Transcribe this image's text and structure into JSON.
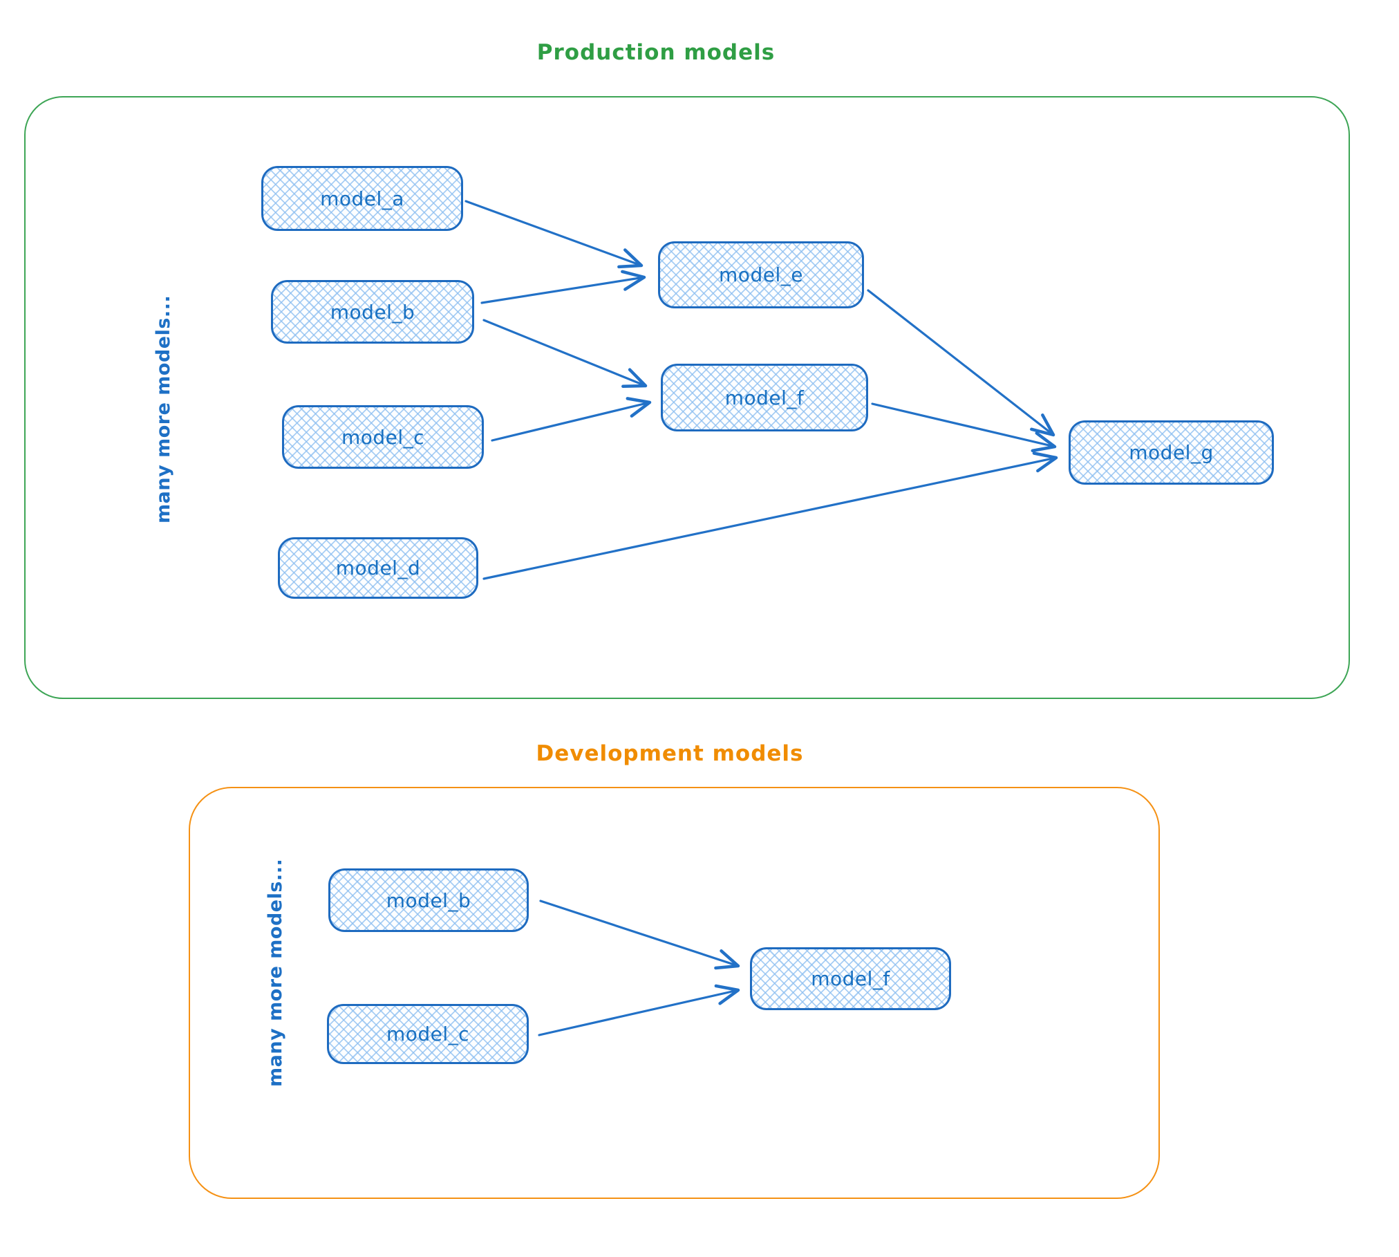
{
  "diagram": {
    "kind": "model-dependency-flowchart",
    "style": "hand-drawn-sketch"
  },
  "colors": {
    "background": "#ffffff",
    "node_border": "#1e6bc0",
    "node_fill_hatch": "#a9cdf0",
    "node_text": "#1971c2",
    "arrow": "#2271c7",
    "production_accent": "#2f9e44",
    "development_accent": "#f08c00"
  },
  "production": {
    "title": "Production models",
    "side_label": "many more models...",
    "nodes": [
      {
        "id": "model_a",
        "label": "model_a"
      },
      {
        "id": "model_b",
        "label": "model_b"
      },
      {
        "id": "model_c",
        "label": "model_c"
      },
      {
        "id": "model_d",
        "label": "model_d"
      },
      {
        "id": "model_e",
        "label": "model_e"
      },
      {
        "id": "model_f",
        "label": "model_f"
      },
      {
        "id": "model_g",
        "label": "model_g"
      }
    ],
    "edges": [
      {
        "from": "model_a",
        "to": "model_e"
      },
      {
        "from": "model_b",
        "to": "model_e"
      },
      {
        "from": "model_b",
        "to": "model_f"
      },
      {
        "from": "model_c",
        "to": "model_f"
      },
      {
        "from": "model_e",
        "to": "model_g"
      },
      {
        "from": "model_f",
        "to": "model_g"
      },
      {
        "from": "model_d",
        "to": "model_g"
      }
    ]
  },
  "development": {
    "title": "Development models",
    "side_label": "many more models...",
    "nodes": [
      {
        "id": "model_b",
        "label": "model_b"
      },
      {
        "id": "model_c",
        "label": "model_c"
      },
      {
        "id": "model_f",
        "label": "model_f"
      }
    ],
    "edges": [
      {
        "from": "model_b",
        "to": "model_f"
      },
      {
        "from": "model_c",
        "to": "model_f"
      }
    ]
  }
}
